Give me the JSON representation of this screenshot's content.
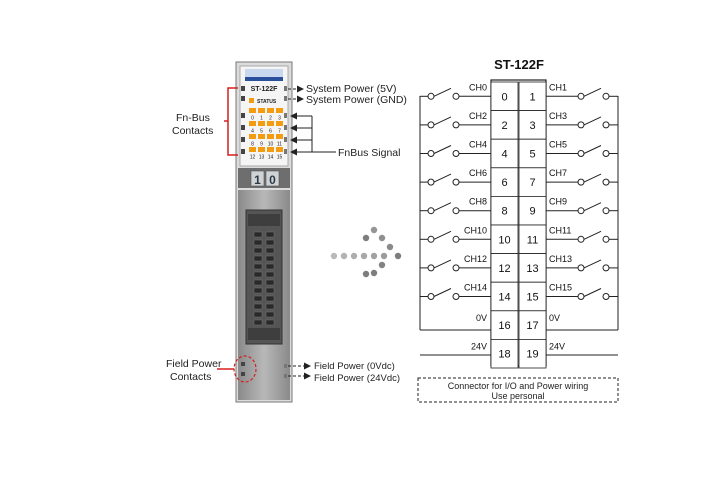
{
  "module": {
    "model_label": "ST-122F",
    "status_label": "STATUS",
    "led_numbers": [
      "0",
      "1",
      "2",
      "3",
      "4",
      "5",
      "6",
      "7",
      "8",
      "9",
      "10",
      "11",
      "12",
      "13",
      "14",
      "15"
    ],
    "address_digits": [
      "1",
      "0"
    ]
  },
  "annotations": {
    "system_power_5v": "System Power (5V)",
    "system_power_gnd": "System Power (GND)",
    "fnbus_signal": "FnBus Signal",
    "fn_bus_contacts_line1": "Fn-Bus",
    "fn_bus_contacts_line2": "Contacts",
    "field_power_contacts_line1": "Field Power",
    "field_power_contacts_line2": "Contacts",
    "field_power_0v": "Field Power (0Vdc)",
    "field_power_24v": "Field Power (24Vdc)"
  },
  "wiring": {
    "title": "ST-122F",
    "left_terminals": [
      "0",
      "2",
      "4",
      "6",
      "8",
      "10",
      "12",
      "14",
      "16",
      "18"
    ],
    "right_terminals": [
      "1",
      "3",
      "5",
      "7",
      "9",
      "11",
      "13",
      "15",
      "17",
      "19"
    ],
    "left_labels": [
      "CH0",
      "CH2",
      "CH4",
      "CH6",
      "CH8",
      "CH10",
      "CH12",
      "CH14",
      "0V",
      "24V"
    ],
    "right_labels": [
      "CH1",
      "CH3",
      "CH5",
      "CH7",
      "CH9",
      "CH11",
      "CH13",
      "CH15",
      "0V",
      "24V"
    ],
    "caption_line1": "Connector for I/O and Power wiring",
    "caption_line2": "Use personal"
  },
  "colors": {
    "led_orange": "#f39c12",
    "module_gray": "#9a9a9a",
    "label_blue": "#2a4f9c",
    "callout_red": "#d42020"
  }
}
